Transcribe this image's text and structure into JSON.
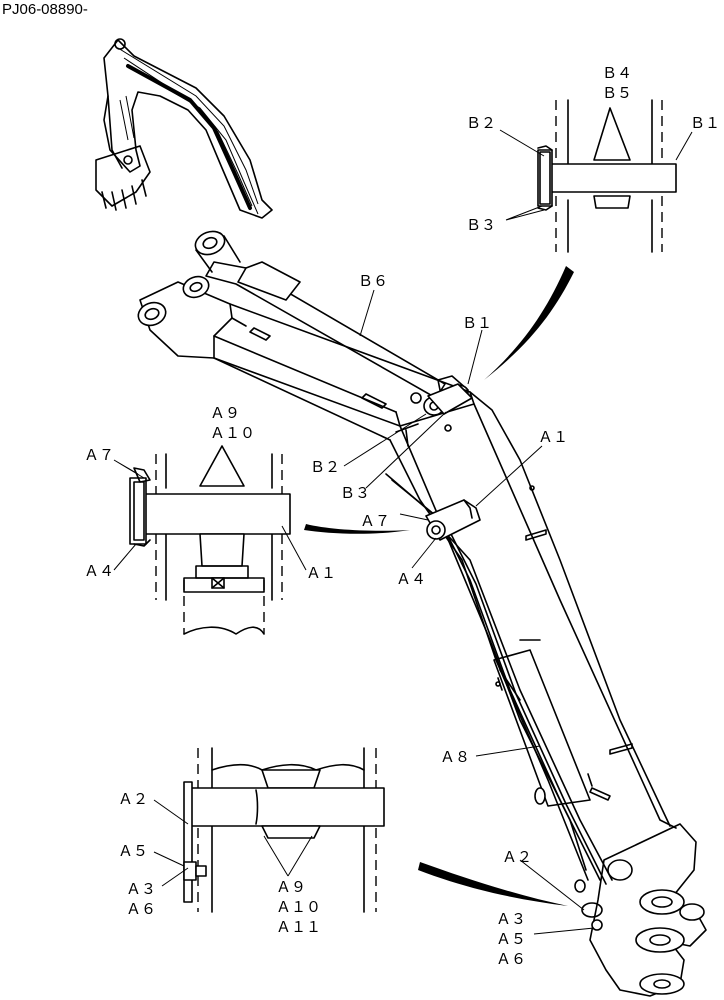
{
  "document_code": "PJ06-08890-",
  "labels": {
    "B1": "Ｂ１",
    "B2": "Ｂ２",
    "B3": "Ｂ３",
    "B4": "Ｂ４",
    "B5": "Ｂ５",
    "B6": "Ｂ６",
    "A1": "Ａ１",
    "A2": "Ａ２",
    "A3": "Ａ３",
    "A4": "Ａ４",
    "A5": "Ａ５",
    "A6": "Ａ６",
    "A7": "Ａ７",
    "A8": "Ａ８",
    "A9": "Ａ９",
    "A10": "Ａ１０",
    "A11": "Ａ１１"
  }
}
